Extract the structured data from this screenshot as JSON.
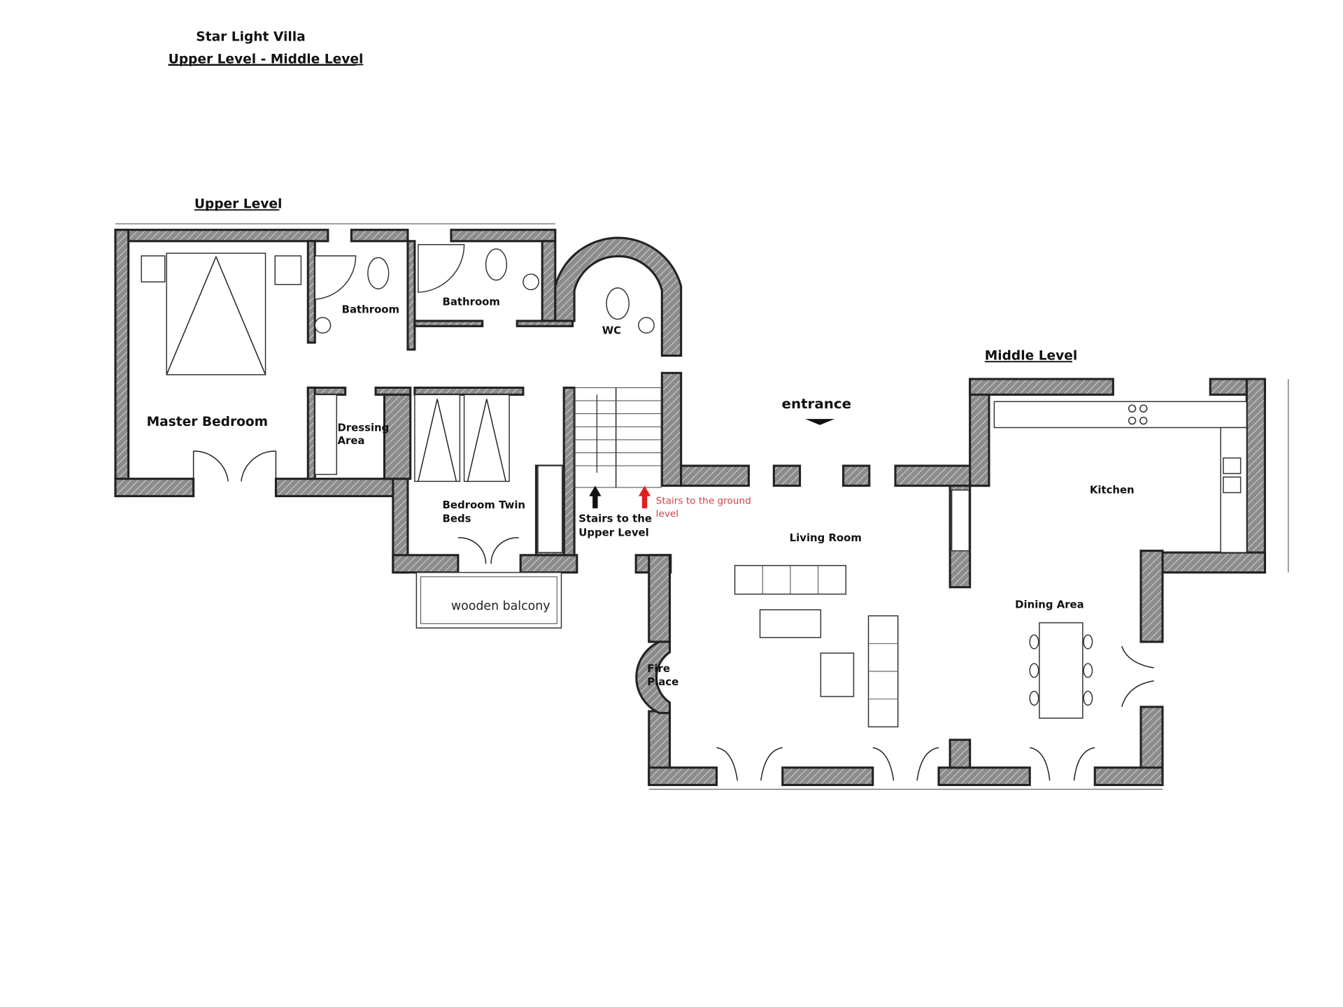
{
  "title": "Star Light Villa",
  "subtitle": "Upper Level - Middle Level",
  "sections": {
    "upper": "Upper Level",
    "middle": "Middle Level"
  },
  "rooms": {
    "master_bedroom": "Master Bedroom",
    "bathroom_1": "Bathroom",
    "bathroom_2": "Bathroom",
    "wc": "WC",
    "dressing_1": "Dressing",
    "dressing_2": "Area",
    "twin_1": "Bedroom Twin",
    "twin_2": "Beds",
    "balcony": "wooden balcony",
    "stairs_up_1": "Stairs to the",
    "stairs_up_2": "Upper Level",
    "stairs_down_1": "Stairs to the ground",
    "stairs_down_2": "level",
    "entrance": "entrance",
    "living": "Living Room",
    "kitchen": "Kitchen",
    "dining": "Dining Area",
    "fire_1": "Fire",
    "fire_2": "Place"
  },
  "colors": {
    "wall": "#8a8a8a",
    "arrow_down": "#e02020",
    "arrow_up": "#111111",
    "red_text": "#d0404a"
  }
}
